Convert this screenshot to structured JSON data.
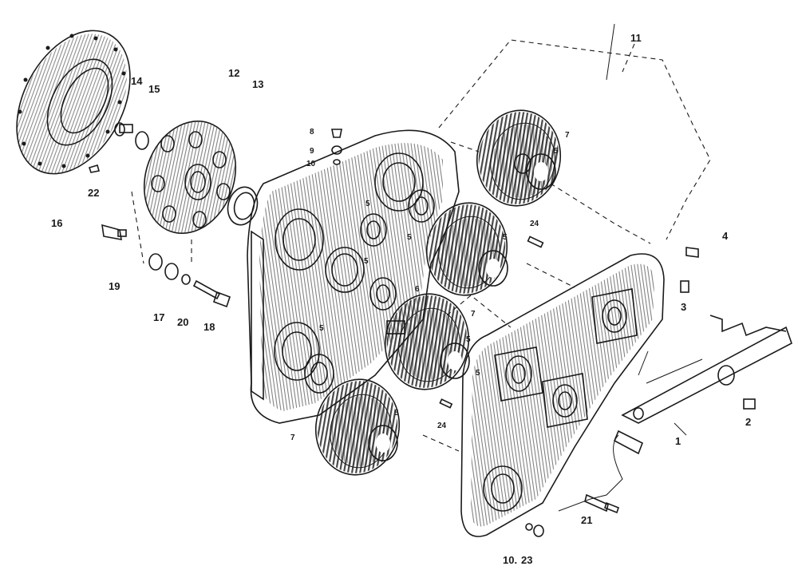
{
  "diagram": {
    "type": "exploded-parts-view",
    "labels": [
      {
        "id": "label-1",
        "text": "1"
      },
      {
        "id": "label-2",
        "text": "2"
      },
      {
        "id": "label-3",
        "text": "3"
      },
      {
        "id": "label-4",
        "text": "4"
      },
      {
        "id": "label-5a",
        "text": "5"
      },
      {
        "id": "label-5b",
        "text": "5"
      },
      {
        "id": "label-5c",
        "text": "5"
      },
      {
        "id": "label-5d",
        "text": "5"
      },
      {
        "id": "label-5e",
        "text": "5"
      },
      {
        "id": "label-5f",
        "text": "5"
      },
      {
        "id": "label-5g",
        "text": "5"
      },
      {
        "id": "label-5h",
        "text": "5"
      },
      {
        "id": "label-5i",
        "text": "5"
      },
      {
        "id": "label-6",
        "text": "6"
      },
      {
        "id": "label-7a",
        "text": "7"
      },
      {
        "id": "label-7b",
        "text": "7"
      },
      {
        "id": "label-7c",
        "text": "7"
      },
      {
        "id": "label-8",
        "text": "8"
      },
      {
        "id": "label-9",
        "text": "9"
      },
      {
        "id": "label-10a",
        "text": "10"
      },
      {
        "id": "label-10b",
        "text": "10."
      },
      {
        "id": "label-11",
        "text": "11"
      },
      {
        "id": "label-12",
        "text": "12"
      },
      {
        "id": "label-13",
        "text": "13"
      },
      {
        "id": "label-14",
        "text": "14"
      },
      {
        "id": "label-15",
        "text": "15"
      },
      {
        "id": "label-16",
        "text": "16"
      },
      {
        "id": "label-17",
        "text": "17"
      },
      {
        "id": "label-18",
        "text": "18"
      },
      {
        "id": "label-19",
        "text": "19"
      },
      {
        "id": "label-20",
        "text": "20"
      },
      {
        "id": "label-21",
        "text": "21"
      },
      {
        "id": "label-22",
        "text": "22"
      },
      {
        "id": "label-23",
        "text": "23"
      },
      {
        "id": "label-24a",
        "text": "24"
      },
      {
        "id": "label-24b",
        "text": "24"
      }
    ]
  }
}
